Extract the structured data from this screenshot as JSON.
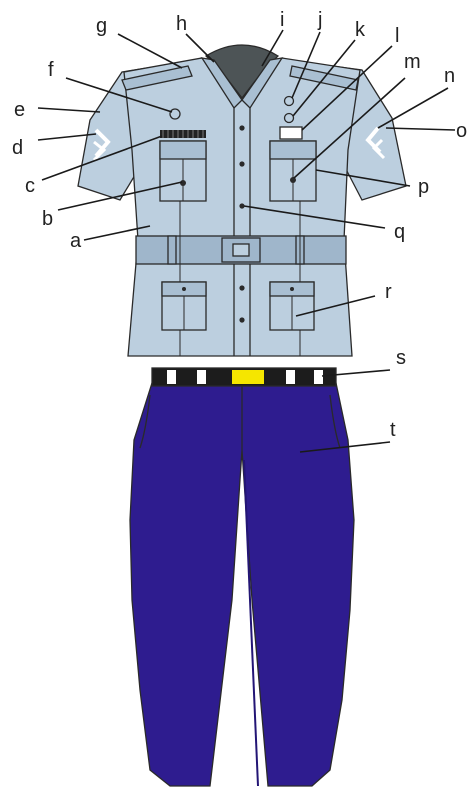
{
  "labels": [
    "a",
    "b",
    "c",
    "d",
    "e",
    "f",
    "g",
    "h",
    "i",
    "j",
    "k",
    "l",
    "m",
    "n",
    "o",
    "p",
    "q",
    "r",
    "s",
    "t"
  ],
  "colors": {
    "shirt": "#bccfdf",
    "shirt_shade": "#a9bfd2",
    "belt_band": "#9fb6cb",
    "collar_inner": "#4d5456",
    "trousers": "#2e1c8f",
    "trousers_shade": "#231575",
    "belt_buckle": "#f5e600",
    "outline": "#2a2a2a"
  }
}
